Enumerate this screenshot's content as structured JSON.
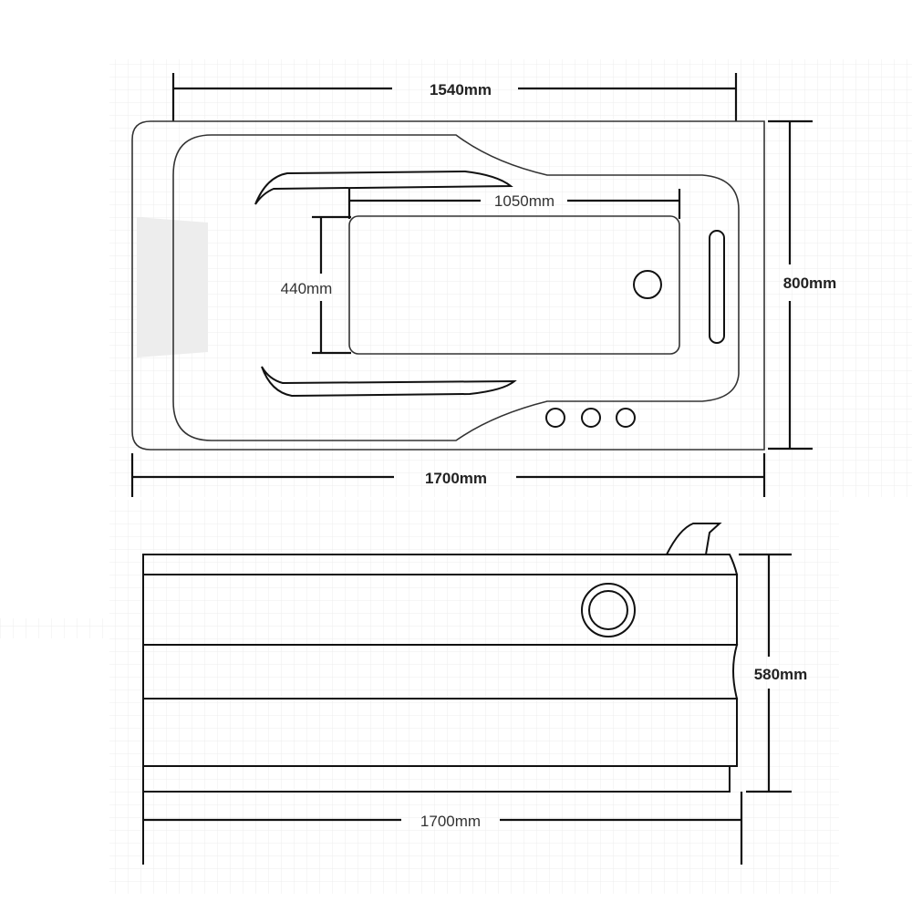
{
  "top_view": {
    "overall_inner_length": "1540mm",
    "overall_length": "1700mm",
    "overall_width": "800mm",
    "basin_length": "1050mm",
    "basin_width": "440mm"
  },
  "side_view": {
    "height": "580mm",
    "length": "1700mm"
  },
  "colors": {
    "background": "#ffffff",
    "grid": "#ececec",
    "line": "#111111",
    "pillow": "#ededed"
  }
}
